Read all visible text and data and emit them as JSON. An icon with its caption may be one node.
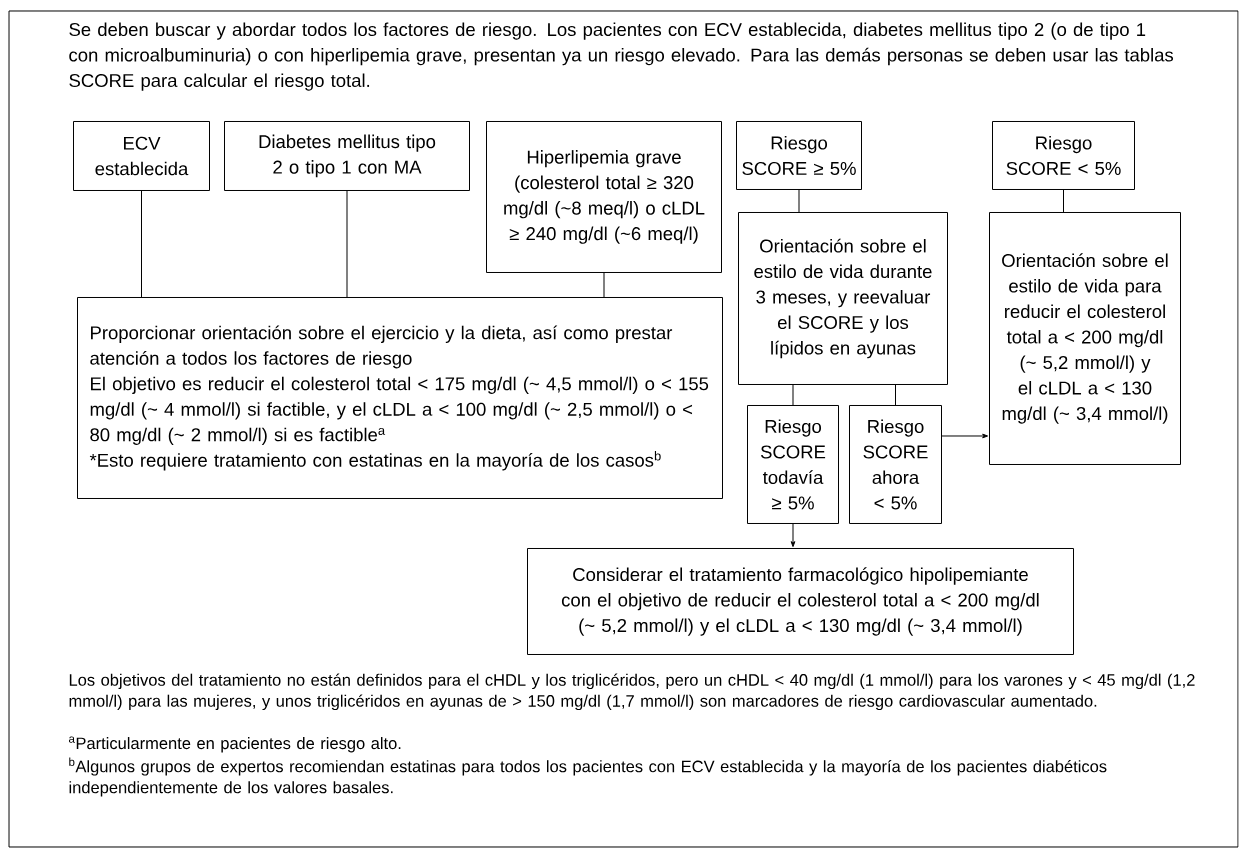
{
  "diagram": {
    "nodes": [
      {
        "text": [
          "Se deben buscar y abordar todos los factores de riesgo. Los pacientes con ECV establecida, diabetes mellitus tipo 2 (o de tipo 1 con microalbuminuria) o con hiperlipemia grave, presentan ya un riesgo elevado. Para las demás personas se deben usar las tablas SCORE para calcular el riesgo total.",
          "Los objetivos del tratamiento no están definidos para el cHDL y los triglicéridos, pero un cHDL < 40 mg/dl (1 mmol/l) para los varones y < 45 mg/dl (1,2 mmol/l) para las mujeres, y unos triglicéridos en ayunas de > 150 mg/dl (1,7 mmol/l) son marcadores de riesgo cardiovascular aumentado.",
          "$^{a}$Particularmente en pacientes de riesgo alto.",
          "$^{b}$Algunos grupos de expertos recomiendan estatinas para todos los pacientes con ECV establecida y la mayoría de los pacientes diabéticos independientemente de los valores basales."
        ]
      },
      {
        "text": [
          "ECV establecida"
        ],
        "in": 0
      },
      {
        "text": [
          "Diabetes mellitus tipo 2 o tipo 1 con MA"
        ],
        "in": 0
      },
      {
        "text": [
          "Hiperlipemia grave (colesterol total ≥ 320 mg/dl (~8 meq/l) o cLDL ≥ 240 mg/dl (~6 meq/l)"
        ],
        "in": 0
      },
      {
        "text": [
          "Riesgo SCORE ≥ 5%"
        ],
        "in": 0
      },
      {
        "text": [
          "Riesgo SCORE < 5%"
        ],
        "in": 0
      },
      {
        "text": [
          "Proporcionar orientación sobre el ejercicio y la dieta, así como prestar atención a todos los factores de riesgo",
          "El objetivo es reducir el colesterol total < 175 mg/dl (~ 4,5 mmol/l) o < 155 mg/dl (~ 4 mmol/l) si factible, y el cLDL a < 100 mg/dl (~ 2,5 mmol/l) o < 80 mg/dl (~ 2 mmol/l) si es factible$^{a}$",
          "*Esto requiere tratamiento con estatinas en la mayoría de los casos$^{b}$"
        ],
        "in": 0
      },
      {
        "text": [
          "Orientación sobre el estilo de vida durante 3 meses, y reevaluar el SCORE y los lípidos en ayunas"
        ],
        "in": 0
      },
      {
        "text": [
          "Orientación sobre el estilo de vida para reducir el colesterol total a < 200 mg/dl (~ 5,2 mmol/l) y el cLDL a < 130 mg/dl (~ 3,4 mmol/l)"
        ],
        "in": 0
      },
      {
        "text": [
          "Riesgo SCORE todavía ≥ 5%"
        ],
        "in": 0
      },
      {
        "text": [
          "Riesgo SCORE ahora < 5%"
        ],
        "in": 0
      },
      {
        "text": [
          "Considerar el tratamiento farmacológico hipolipemiante con el objetivo de reducir el colesterol total a < 200 mg/dl (~ 5,2 mmol/l) y el cLDL a < 130 mg/dl (~ 3,4 mmol/l)"
        ],
        "in": 0
      }
    ],
    "edges": [
      {
        "from": 1,
        "to": 6,
        "arrow": "none"
      },
      {
        "from": 2,
        "to": 6,
        "arrow": "none"
      },
      {
        "from": 3,
        "to": 6,
        "arrow": "none"
      },
      {
        "from": 4,
        "to": 7,
        "arrow": "none"
      },
      {
        "from": 5,
        "to": 8,
        "arrow": "none"
      },
      {
        "from": 7,
        "to": 9,
        "arrow": "none"
      },
      {
        "from": 7,
        "to": 10,
        "arrow": "none"
      },
      {
        "from": 10,
        "to": 8,
        "arrow": "to"
      },
      {
        "from": 9,
        "to": 11,
        "arrow": "to"
      }
    ]
  }
}
